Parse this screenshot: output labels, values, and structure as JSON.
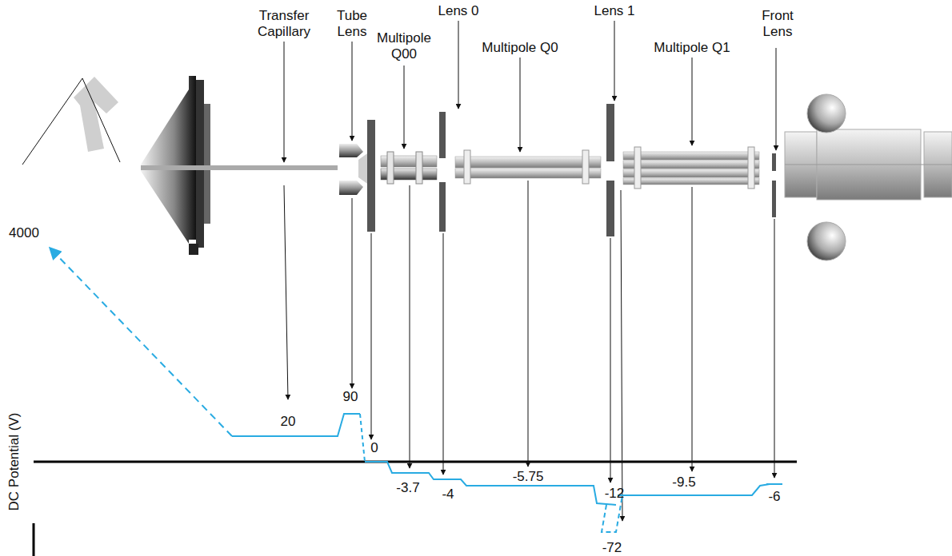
{
  "diagram": {
    "labels": [
      "Transfer Capillary",
      "Tube Lens",
      "Multipole Q00",
      "Lens 0",
      "Multipole Q0",
      "Lens 1",
      "Multipole Q1",
      "Front Lens",
      "4000",
      "20",
      "90",
      "0",
      "-3.7",
      "-4",
      "-5.75",
      "-12",
      "-9.5",
      "-6",
      "-72",
      "DC Potential (V)"
    ]
  }
}
